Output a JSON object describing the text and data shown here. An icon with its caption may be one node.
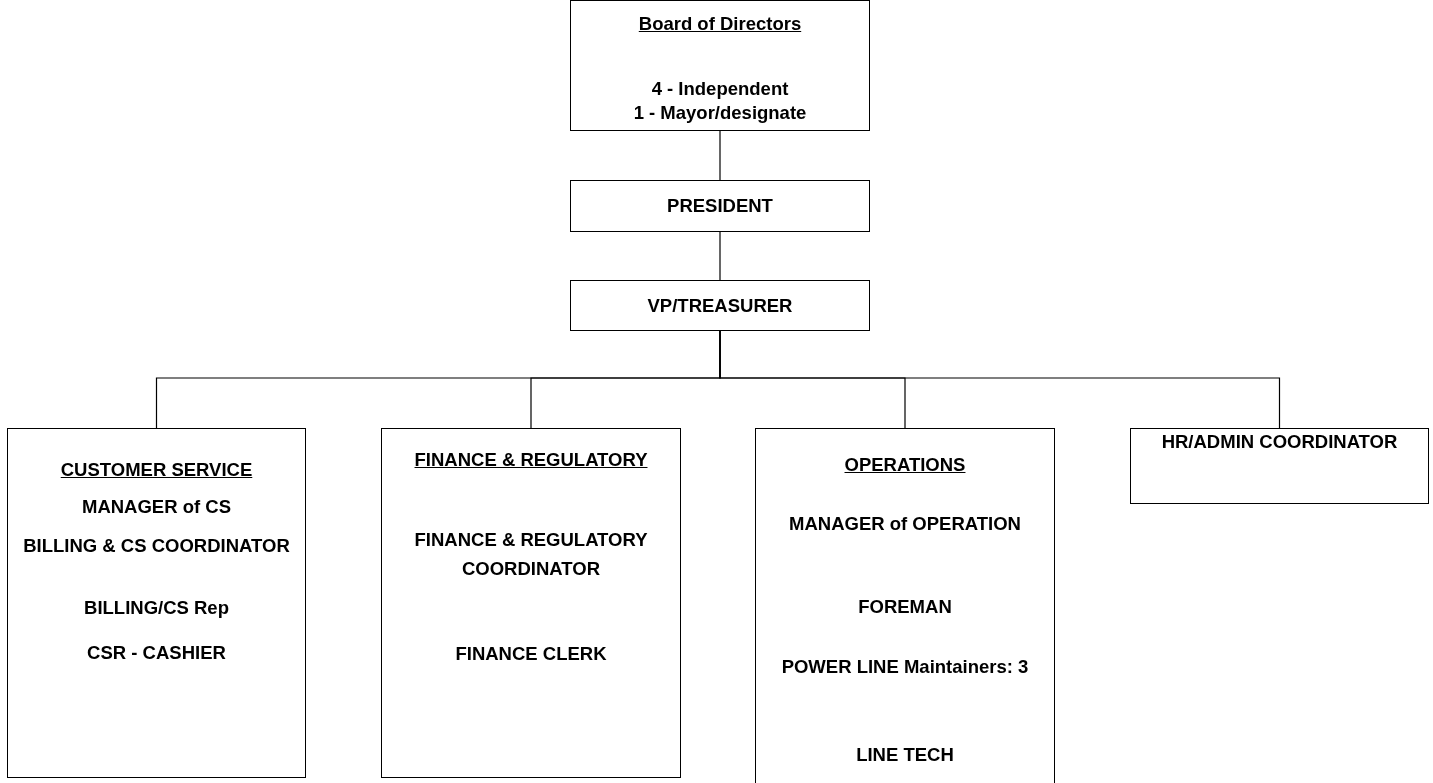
{
  "diagram": {
    "nodes": [
      {
        "text": [
          "Board of Directors",
          "4 - Independent",
          "1 - Mayor/designate"
        ]
      },
      {
        "text": [
          "PRESIDENT"
        ]
      },
      {
        "text": [
          "VP/TREASURER"
        ]
      },
      {
        "text": [
          "CUSTOMER SERVICE",
          "MANAGER of CS",
          "BILLING & CS COORDINATOR",
          "BILLING/CS Rep",
          "CSR - CASHIER"
        ]
      },
      {
        "text": [
          "FINANCE & REGULATORY",
          "FINANCE & REGULATORY COORDINATOR",
          "FINANCE CLERK"
        ]
      },
      {
        "text": [
          "OPERATIONS",
          "MANAGER of OPERATION",
          "FOREMAN",
          "POWER LINE Maintainers: 3",
          "LINE TECH"
        ]
      },
      {
        "text": [
          "HR/ADMIN COORDINATOR"
        ]
      }
    ],
    "edges": [
      {
        "from": 0,
        "to": 1,
        "arrow": "none"
      },
      {
        "from": 1,
        "to": 2,
        "arrow": "none"
      },
      {
        "from": 2,
        "to": 3,
        "arrow": "none"
      },
      {
        "from": 2,
        "to": 4,
        "arrow": "none"
      },
      {
        "from": 2,
        "to": 5,
        "arrow": "none"
      },
      {
        "from": 2,
        "to": 6,
        "arrow": "none"
      }
    ]
  }
}
